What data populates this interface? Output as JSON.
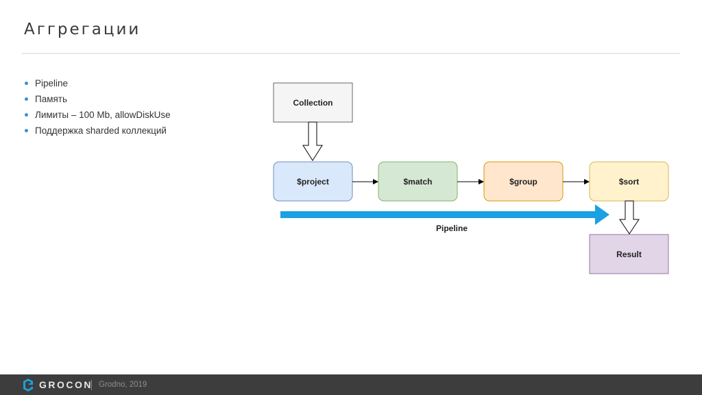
{
  "slide": {
    "title": "Аггрегации"
  },
  "bullets": [
    "Pipeline",
    "Память",
    "Лимиты – 100 Mb, allowDiskUse",
    "Поддержка sharded коллекций"
  ],
  "diagram": {
    "collection": {
      "label": "Collection",
      "fill": "#f5f5f5",
      "stroke": "#666666"
    },
    "stages": [
      {
        "label": "$project",
        "fill": "#dae8fc",
        "stroke": "#6c8ebf"
      },
      {
        "label": "$match",
        "fill": "#d5e8d4",
        "stroke": "#82b366"
      },
      {
        "label": "$group",
        "fill": "#ffe6cc",
        "stroke": "#d79b00"
      },
      {
        "label": "$sort",
        "fill": "#fff2cc",
        "stroke": "#d6b656"
      }
    ],
    "result": {
      "label": "Result",
      "fill": "#e1d5e7",
      "stroke": "#9673a6"
    },
    "pipeline_label": "Pipeline",
    "pipeline_color": "#1ba1e2"
  },
  "footer": {
    "brand": "GROCON",
    "location_year": "Grodno, 2019",
    "logo_icon": "grocon-logo-icon",
    "background": "#3d3d3d"
  }
}
